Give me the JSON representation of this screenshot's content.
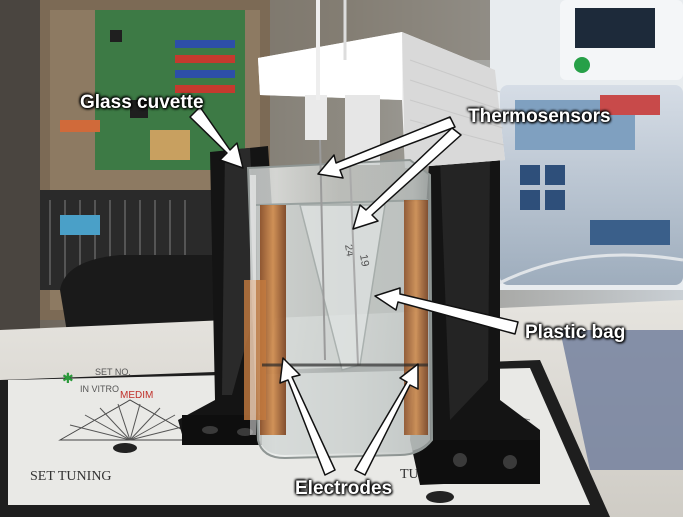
{
  "labels": {
    "glass_cuvette": "Glass cuvette",
    "thermosensors": "Thermosensors",
    "plastic_bag": "Plastic bag",
    "electrodes": "Electrodes"
  },
  "device_text": {
    "bottom_panel": "SET TUNING",
    "bottom_panel_right": "TU"
  },
  "colors": {
    "arrow": "#ffffff",
    "arrow_outline": "#111111",
    "holder": "#141414",
    "cap": "#f2f2f2",
    "board": "#3d7a45"
  }
}
